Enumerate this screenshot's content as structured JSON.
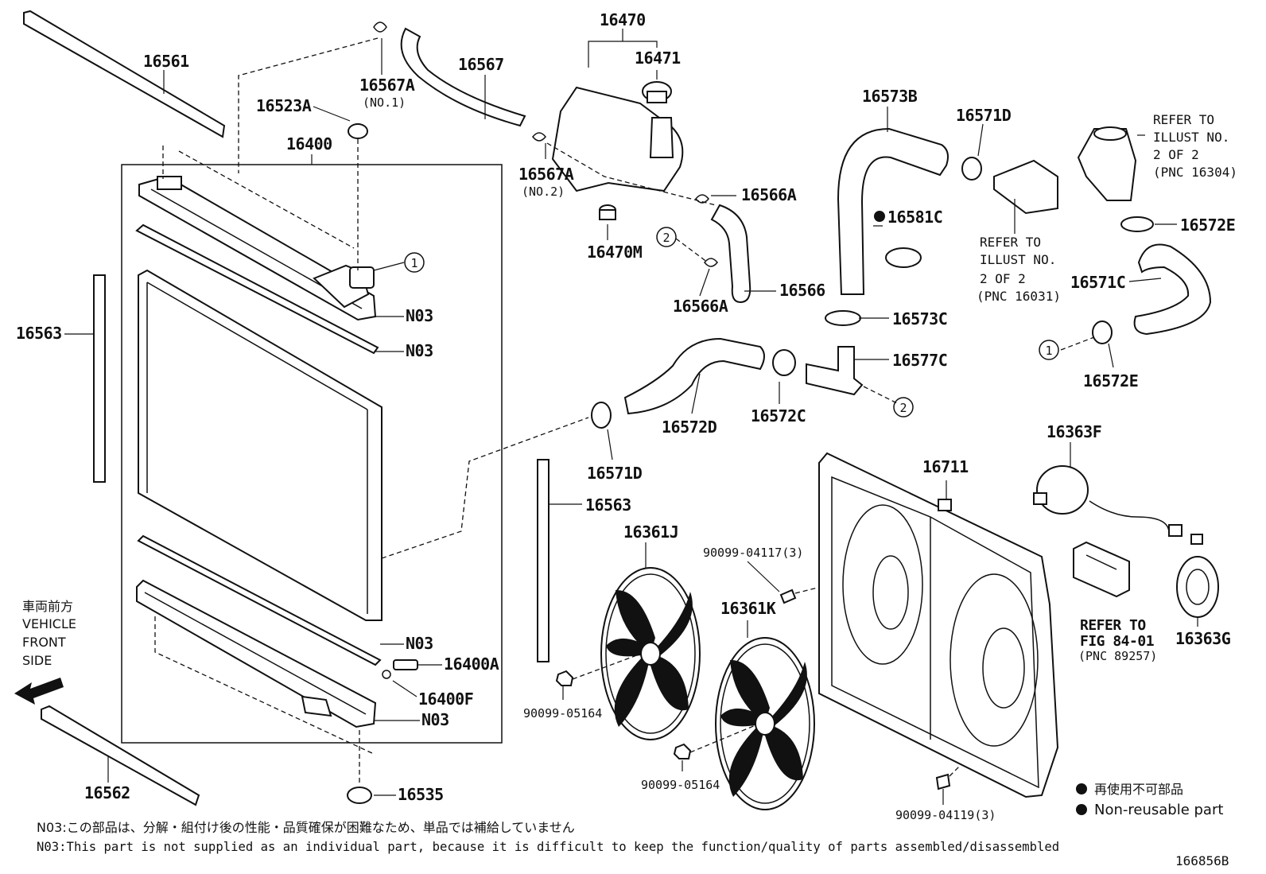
{
  "labels": {
    "p16561": "16561",
    "p16567A_1": "16567A",
    "no1": "(NO.1)",
    "p16567": "16567",
    "p16470": "16470",
    "p16471": "16471",
    "p16523A": "16523A",
    "p16400": "16400",
    "p16567A_2": "16567A",
    "no2": "(NO.2)",
    "p16566A_1": "16566A",
    "p16470M": "16470M",
    "p16566A_2": "16566A",
    "p16566": "16566",
    "p16573B": "16573B",
    "p16571D_1": "16571D",
    "p16581C": "16581C",
    "p16573C": "16573C",
    "p16577C": "16577C",
    "p16572E_1": "16572E",
    "p16571C": "16571C",
    "p16572E_2": "16572E",
    "p16563_1": "16563",
    "n03_1": "N03",
    "n03_2": "N03",
    "n03_3": "N03",
    "n03_4": "N03",
    "p16400A": "16400A",
    "p16400F": "16400F",
    "p16535": "16535",
    "p16562": "16562",
    "p16572D": "16572D",
    "p16572C": "16572C",
    "p16571D_2": "16571D",
    "p16563_2": "16563",
    "p16361J": "16361J",
    "p90099_04117": "90099-04117(3)",
    "p16361K": "16361K",
    "p90099_05164_1": "90099-05164",
    "p90099_05164_2": "90099-05164",
    "p16711": "16711",
    "p16363F": "16363F",
    "p16363G": "16363G",
    "p90099_04119": "90099-04119(3)",
    "circle1": "1",
    "circle2": "2"
  },
  "references": {
    "refer_16304": [
      "REFER TO",
      "ILLUST NO.",
      "2 OF 2",
      "(PNC 16304)"
    ],
    "refer_16031": [
      "REFER TO",
      "ILLUST NO.",
      "2 OF 2",
      "(PNC 16031)"
    ],
    "refer_89257": [
      "REFER TO",
      "FIG 84-01",
      "(PNC 89257)"
    ]
  },
  "direction": {
    "jp": "車両前方",
    "en": [
      "VEHICLE",
      "FRONT",
      "SIDE"
    ]
  },
  "legend": {
    "jp": "再使用不可部品",
    "en": "Non-reusable part"
  },
  "notes": {
    "jp": "N03:この部品は、分解・組付け後の性能・品質確保が困難なため、単品では補給していません",
    "en": "N03:This part is not supplied as an individual part, because it is difficult to keep the function/quality of parts assembled/disassembled"
  },
  "figure_id": "166856B"
}
